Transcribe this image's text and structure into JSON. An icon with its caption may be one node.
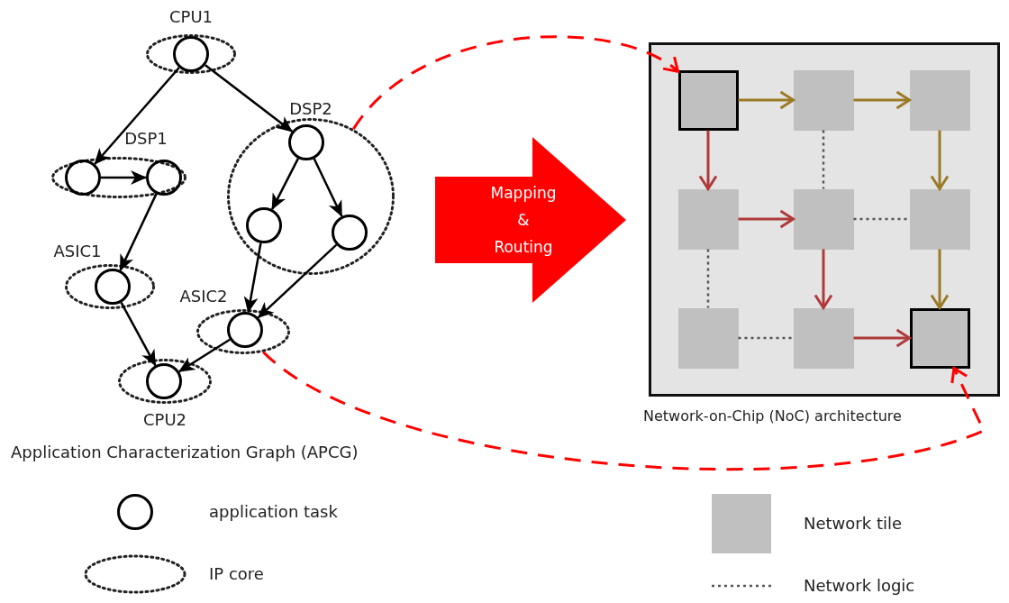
{
  "diagram": {
    "caption": "Application Characterization Graph (APCG)",
    "nodes": [
      {
        "text": [
          "CPU1"
        ]
      },
      {
        "text": [],
        "shape": "circle",
        "in": 0
      },
      {
        "text": [
          "DSP1"
        ]
      },
      {
        "text": [],
        "shape": "circle",
        "in": 2
      },
      {
        "text": [],
        "shape": "circle",
        "in": 2
      },
      {
        "text": [
          "DSP2"
        ]
      },
      {
        "text": [],
        "shape": "circle",
        "in": 5
      },
      {
        "text": [],
        "shape": "circle",
        "in": 5
      },
      {
        "text": [],
        "shape": "circle",
        "in": 5
      },
      {
        "text": [
          "ASIC1"
        ]
      },
      {
        "text": [],
        "shape": "circle",
        "in": 9
      },
      {
        "text": [
          "ASIC2"
        ]
      },
      {
        "text": [],
        "shape": "circle",
        "in": 11
      },
      {
        "text": [
          "CPU2"
        ]
      },
      {
        "text": [],
        "shape": "circle",
        "in": 13
      },
      {
        "text": [
          "Mapping & Routing"
        ]
      },
      {
        "text": [
          "Network-on-Chip (NoC) architecture"
        ]
      },
      {
        "text": [],
        "shape": "box",
        "in": 16
      },
      {
        "text": [],
        "shape": "box",
        "in": 16
      },
      {
        "text": [],
        "shape": "box",
        "in": 16
      },
      {
        "text": [],
        "shape": "box",
        "in": 16
      },
      {
        "text": [],
        "shape": "box",
        "in": 16
      },
      {
        "text": [],
        "shape": "box",
        "in": 16
      },
      {
        "text": [],
        "shape": "box",
        "in": 16
      },
      {
        "text": [],
        "shape": "box",
        "in": 16
      },
      {
        "text": [],
        "shape": "box",
        "in": 16
      }
    ],
    "edges": [
      {
        "from": 1,
        "to": 3,
        "arrow": "to"
      },
      {
        "from": 1,
        "to": 6,
        "arrow": "to"
      },
      {
        "from": 3,
        "to": 4,
        "arrow": "to"
      },
      {
        "from": 4,
        "to": 10,
        "arrow": "to"
      },
      {
        "from": 6,
        "to": 7,
        "arrow": "to"
      },
      {
        "from": 6,
        "to": 8,
        "arrow": "to"
      },
      {
        "from": 7,
        "to": 12,
        "arrow": "to"
      },
      {
        "from": 8,
        "to": 12,
        "arrow": "to"
      },
      {
        "from": 10,
        "to": 14,
        "arrow": "to"
      },
      {
        "from": 12,
        "to": 14,
        "arrow": "to"
      },
      {
        "from": 17,
        "to": 18,
        "arrow": "to",
        "color": "#9a7a26"
      },
      {
        "from": 18,
        "to": 19,
        "arrow": "to",
        "color": "#9a7a26"
      },
      {
        "from": 19,
        "to": 22,
        "arrow": "to",
        "color": "#9a7a26"
      },
      {
        "from": 22,
        "to": 25,
        "arrow": "to",
        "color": "#9a7a26"
      },
      {
        "from": 17,
        "to": 20,
        "arrow": "to",
        "color": "#b03a3a"
      },
      {
        "from": 20,
        "to": 21,
        "arrow": "to",
        "color": "#b03a3a"
      },
      {
        "from": 21,
        "to": 24,
        "arrow": "to",
        "color": "#b03a3a"
      },
      {
        "from": 24,
        "to": 25,
        "arrow": "to",
        "color": "#b03a3a"
      },
      {
        "from": 18,
        "to": 21,
        "arrow": "none",
        "style": "dashed",
        "color": "#555555"
      },
      {
        "from": 21,
        "to": 22,
        "arrow": "none",
        "style": "dashed",
        "color": "#555555"
      },
      {
        "from": 20,
        "to": 23,
        "arrow": "none",
        "style": "dashed",
        "color": "#555555"
      },
      {
        "from": 23,
        "to": 24,
        "arrow": "none",
        "style": "dashed",
        "color": "#555555"
      },
      {
        "from": 5,
        "to": 17,
        "arrow": "to",
        "style": "dashed",
        "color": "#ff0000"
      },
      {
        "from": 11,
        "to": 25,
        "arrow": "to",
        "style": "dashed",
        "color": "#ff0000"
      }
    ],
    "legend": [
      {
        "text": "application task"
      },
      {
        "text": "IP core"
      },
      {
        "text": "Network tile",
        "color": "#c0c0c0"
      },
      {
        "text": "Network logic"
      }
    ]
  }
}
